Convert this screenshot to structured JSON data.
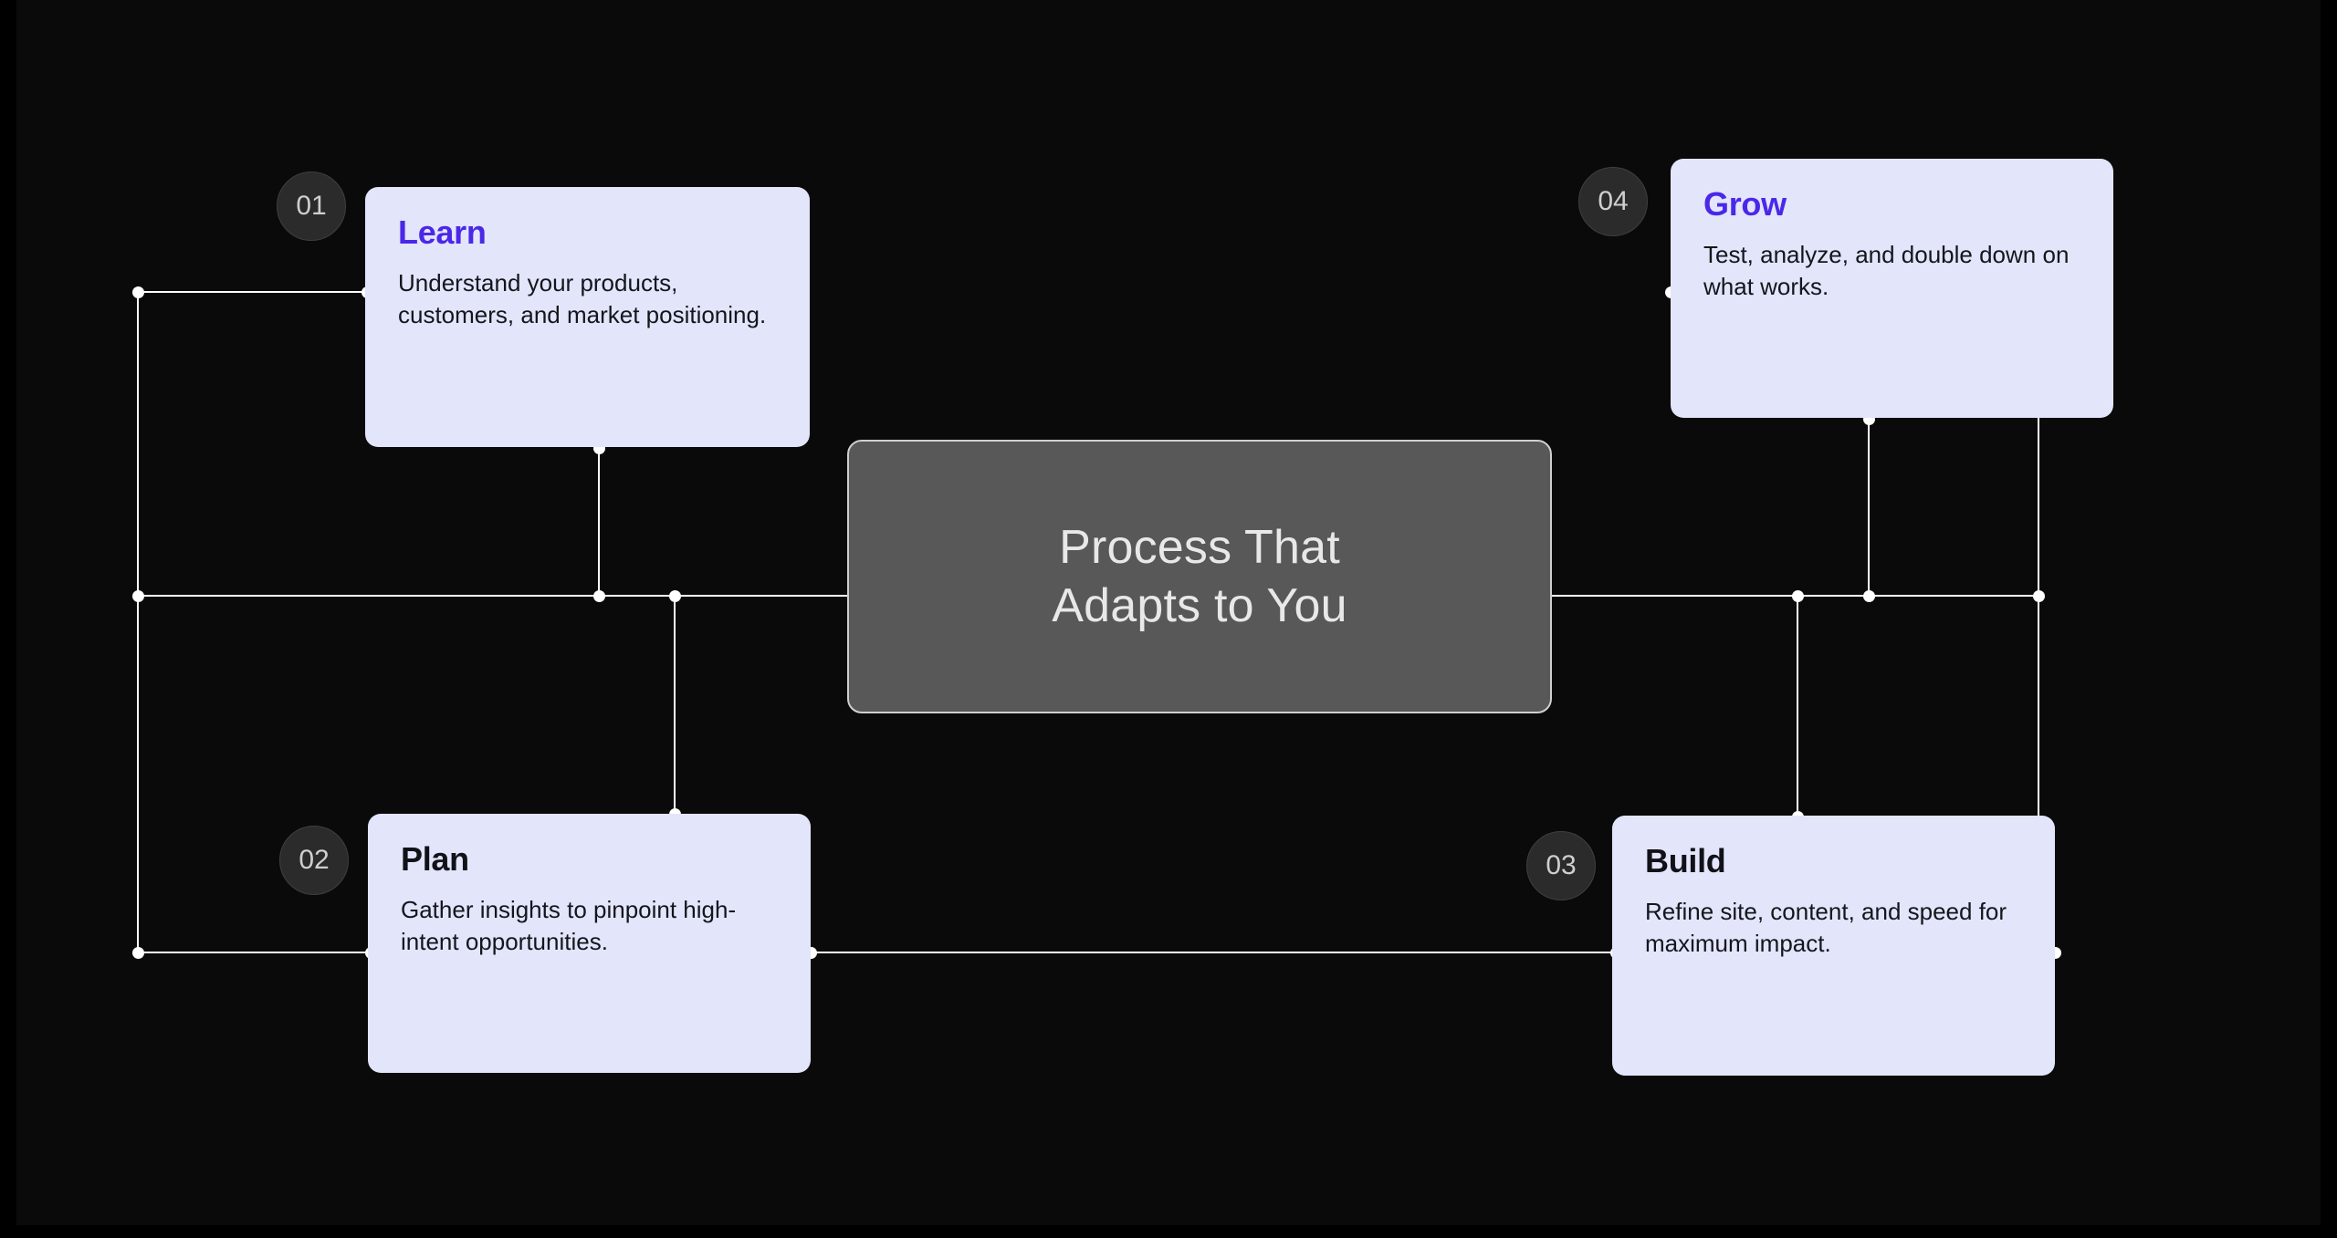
{
  "canvas": {
    "background_color": "#0a0a0a",
    "frame_color": "#000000",
    "connector_color": "#ffffff"
  },
  "hub": {
    "title": "Process That\nAdapts to You",
    "background_color": "#585858",
    "border_color": "#cfcfcf",
    "text_color": "#e8e8e8"
  },
  "colors": {
    "card_background": "#e3e5fb",
    "accent_title": "#4a28e8",
    "dark_title": "#111218",
    "badge_background": "#2b2b2b",
    "badge_text": "#cfcfcf"
  },
  "steps": [
    {
      "number": "01",
      "title": "Learn",
      "title_style": "accent",
      "description": "Understand your products, customers, and market positioning."
    },
    {
      "number": "02",
      "title": "Plan",
      "title_style": "dark",
      "description": "Gather insights to pinpoint high-intent opportunities."
    },
    {
      "number": "03",
      "title": "Build",
      "title_style": "dark",
      "description": "Refine site, content, and speed for maximum impact."
    },
    {
      "number": "04",
      "title": "Grow",
      "title_style": "accent",
      "description": "Test, analyze, and double down on what works."
    }
  ]
}
